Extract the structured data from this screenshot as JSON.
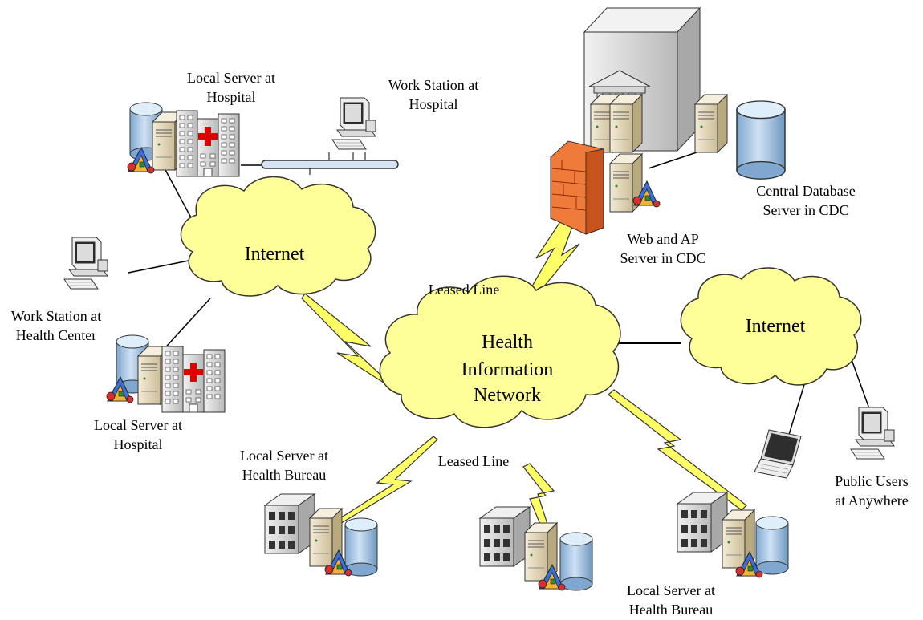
{
  "colors": {
    "cloud": "#ffff99",
    "cloud_stroke": "#333333",
    "bolt": "#ffff66",
    "db": "#a8c8e8",
    "server": "#e8dcc0",
    "building": "#dcdcdc",
    "firewall": "#f07a3a",
    "red_cross": "#e00000"
  },
  "clouds": {
    "internet_left": "Internet",
    "internet_right": "Internet",
    "hin_line1": "Health",
    "hin_line2": "Information",
    "hin_line3": "Network"
  },
  "labels": {
    "hospital_server_top_1": "Local Server at",
    "hospital_server_top_2": "Hospital",
    "workstation_hospital_1": "Work Station at",
    "workstation_hospital_2": "Hospital",
    "workstation_hc_1": "Work Station at",
    "workstation_hc_2": "Health Center",
    "hospital_server_bottom_1": "Local Server at",
    "hospital_server_bottom_2": "Hospital",
    "bureau_left_1": "Local Server at",
    "bureau_left_2": "Health Bureau",
    "bureau_right_1": "Local Server at",
    "bureau_right_2": "Health Bureau",
    "web_ap_1": "Web and AP",
    "web_ap_2": "Server in CDC",
    "central_db_1": "Central Database",
    "central_db_2": "Server in CDC",
    "public_1": "Public Users",
    "public_2": "at Anywhere",
    "leased_line_top": "Leased Line",
    "leased_line_bottom": "Leased Line"
  },
  "icons": [
    "database-icon",
    "server-icon",
    "hospital-building-icon",
    "workstation-icon",
    "laptop-icon",
    "firewall-icon",
    "cdc-building-icon",
    "office-building-icon",
    "antivirus-icon",
    "lightning-link-icon"
  ]
}
